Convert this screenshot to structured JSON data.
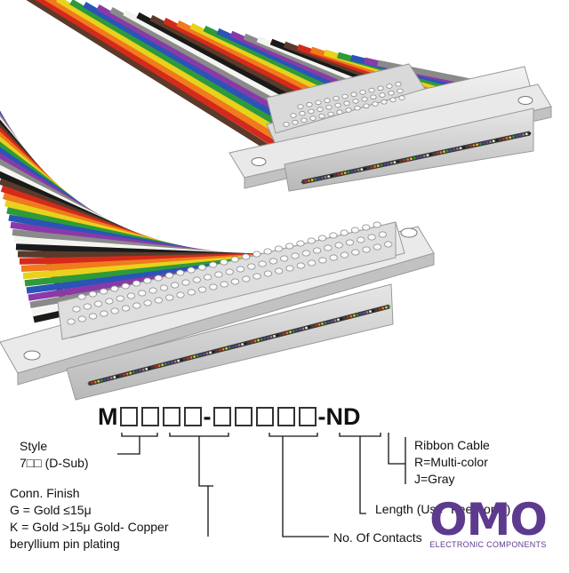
{
  "part_number": {
    "prefix": "M",
    "separator": "-",
    "suffix": "-ND"
  },
  "annotations": {
    "style": {
      "line1": "Style",
      "line2": "7□□ (D-Sub)"
    },
    "conn_finish": {
      "line1": "Conn. Finish",
      "line2": "G = Gold ≤15μ",
      "line3": "K = Gold >15μ Gold- Copper",
      "line4": "beryllium pin plating"
    },
    "ribbon_cable": {
      "line1": "Ribbon Cable",
      "line2": "R=Multi-color",
      "line3": "J=Gray"
    },
    "length": {
      "text": "Length (Use \"Feet\" only)"
    },
    "contacts": {
      "text": "No. Of Contacts"
    }
  },
  "logo": {
    "name": "OMO",
    "subtitle": "ELECTRONIC COMPONENTS",
    "color": "#5d3a8e"
  },
  "cable_colors": [
    "#5a3a2a",
    "#d42a1c",
    "#f07a1c",
    "#e8d21c",
    "#2e9a3a",
    "#2a54b8",
    "#8a3aa8",
    "#8a8a8a",
    "#f4f4f0",
    "#1a1a1a"
  ]
}
